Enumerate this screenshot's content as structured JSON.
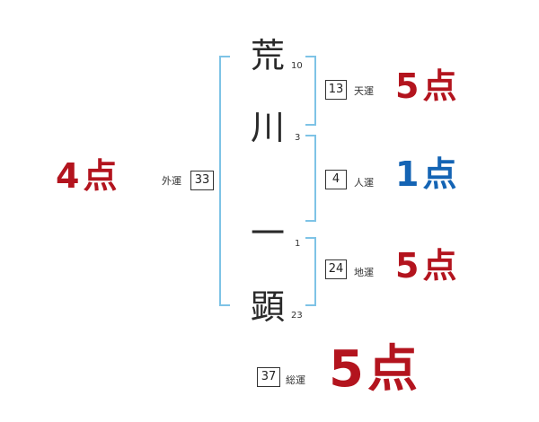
{
  "name": {
    "chars": [
      {
        "char": "荒",
        "strokes": "10"
      },
      {
        "char": "川",
        "strokes": "3"
      },
      {
        "char": "一",
        "strokes": "1"
      },
      {
        "char": "顕",
        "strokes": "23"
      }
    ]
  },
  "fortunes": {
    "outer": {
      "count": "33",
      "label": "外運",
      "score": "4",
      "unit": "点"
    },
    "heaven": {
      "count": "13",
      "label": "天運",
      "score": "5",
      "unit": "点"
    },
    "person": {
      "count": "4",
      "label": "人運",
      "score": "1",
      "unit": "点"
    },
    "earth": {
      "count": "24",
      "label": "地運",
      "score": "5",
      "unit": "点"
    },
    "total": {
      "count": "37",
      "label": "総運",
      "score": "5",
      "unit": "点"
    }
  },
  "colors": {
    "good": "#b3141e",
    "bad": "#1464b4",
    "bracket": "#7ec3e6"
  }
}
